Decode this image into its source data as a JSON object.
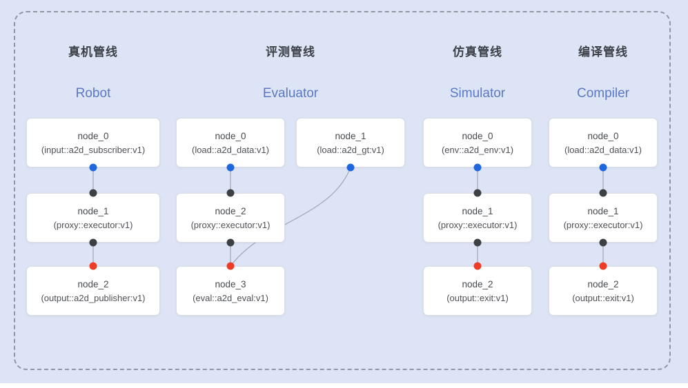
{
  "diagram": {
    "pipelines": [
      {
        "title_zh": "真机管线",
        "title_en": "Robot",
        "nodes": [
          {
            "id": "node_0",
            "type": "(input::a2d_subscriber:v1)"
          },
          {
            "id": "node_1",
            "type": "(proxy::executor:v1)"
          },
          {
            "id": "node_2",
            "type": "(output::a2d_publisher:v1)"
          }
        ],
        "edges": [
          "node_0->node_1",
          "node_1->node_2"
        ]
      },
      {
        "title_zh": "评测管线",
        "title_en": "Evaluator",
        "nodes": [
          {
            "id": "node_0",
            "type": "(load::a2d_data:v1)"
          },
          {
            "id": "node_1",
            "type": "(load::a2d_gt:v1)"
          },
          {
            "id": "node_2",
            "type": "(proxy::executor:v1)"
          },
          {
            "id": "node_3",
            "type": "(eval::a2d_eval:v1)"
          }
        ],
        "edges": [
          "node_0->node_2",
          "node_2->node_3",
          "node_1->node_3"
        ]
      },
      {
        "title_zh": "仿真管线",
        "title_en": "Simulator",
        "nodes": [
          {
            "id": "node_0",
            "type": "(env::a2d_env:v1)"
          },
          {
            "id": "node_1",
            "type": "(proxy::executor:v1)"
          },
          {
            "id": "node_2",
            "type": "(output::exit:v1)"
          }
        ],
        "edges": [
          "node_0->node_1",
          "node_1->node_2"
        ]
      },
      {
        "title_zh": "编译管线",
        "title_en": "Compiler",
        "nodes": [
          {
            "id": "node_0",
            "type": "(load::a2d_data:v1)"
          },
          {
            "id": "node_1",
            "type": "(proxy::executor:v1)"
          },
          {
            "id": "node_2",
            "type": "(output::exit:v1)"
          }
        ],
        "edges": [
          "node_0->node_1",
          "node_1->node_2"
        ]
      }
    ],
    "colors": {
      "background": "#dde4f5",
      "frame_border": "#8f97a2",
      "node_background": "#ffffff",
      "node_border": "#dadde3",
      "title_zh_color": "#3c4047",
      "title_en_color": "#5b78c4",
      "node_text_color": "#4a4d52",
      "dot_blue": "#1e66dd",
      "dot_dark": "#3d4043",
      "dot_red": "#ee3c26",
      "edge_color": "#a3aab8"
    }
  }
}
